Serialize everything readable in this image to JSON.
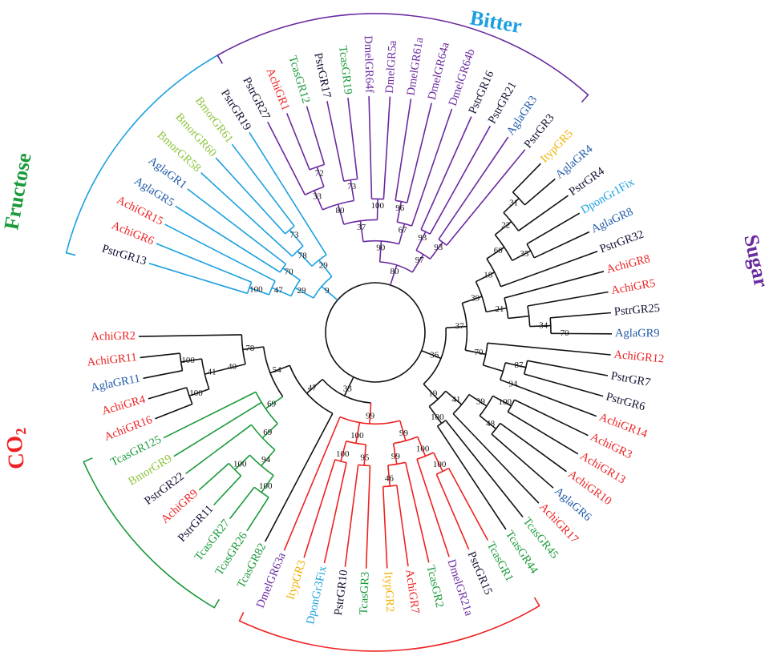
{
  "colors": {
    "Achi": "#ee2222",
    "Agla": "#1f5aa8",
    "Pstr": "#111133",
    "Tcas": "#1a9a3a",
    "Bmor": "#8cc43c",
    "Dmel": "#6a2aa0",
    "Ityp": "#f0b000",
    "Dpon": "#1aa0e0",
    "backbone": "#111111"
  },
  "groups": {
    "bitter": {
      "label": "Bitter",
      "color": "#1aa0e0"
    },
    "sugar": {
      "label": "Sugar",
      "color": "#6a2aa0"
    },
    "fructose": {
      "label": "Fructose",
      "color": "#1a9a3a"
    },
    "co2": {
      "label": "CO",
      "sub": "2",
      "color": "#ee2222"
    }
  },
  "tree": {
    "clade": "root",
    "children": [
      {
        "clade": "bitter",
        "boot": "9",
        "children": [
          {
            "clade": "bitter",
            "boot": "29",
            "children": [
              {
                "clade": "bitter",
                "boot": "47",
                "children": [
                  {
                    "clade": "bitter",
                    "boot": "100",
                    "children": [
                      {
                        "name": "PstrGR13"
                      },
                      {
                        "name": "AchiGR6"
                      }
                    ]
                  },
                  {
                    "name": "AchiGR15"
                  }
                ]
              },
              {
                "clade": "bitter",
                "boot": "70",
                "children": [
                  {
                    "name": "AglaGR5"
                  },
                  {
                    "name": "AglaGR1"
                  }
                ]
              }
            ]
          },
          {
            "clade": "bitter",
            "boot": "29",
            "children": [
              {
                "clade": "bitter",
                "boot": "78",
                "children": [
                  {
                    "name": "BmorGR58"
                  },
                  {
                    "clade": "bitter",
                    "boot": "73",
                    "children": [
                      {
                        "name": "BmorGR60"
                      },
                      {
                        "name": "BmorGR61"
                      }
                    ]
                  }
                ]
              },
              {
                "name": "PstrGR19"
              }
            ]
          }
        ]
      },
      {
        "clade": "sugar",
        "boot": "80",
        "children": [
          {
            "clade": "sugar",
            "boot": "90",
            "children": [
              {
                "clade": "sugar",
                "boot": "37",
                "children": [
                  {
                    "clade": "sugar",
                    "boot": "80",
                    "children": [
                      {
                        "clade": "sugar",
                        "boot": "33",
                        "children": [
                          {
                            "name": "PstrGR27"
                          },
                          {
                            "clade": "sugar",
                            "boot": "72",
                            "children": [
                              {
                                "name": "AchiGR1"
                              },
                              {
                                "name": "TcasGR12"
                              }
                            ]
                          }
                        ]
                      },
                      {
                        "clade": "sugar",
                        "boot": "73",
                        "children": [
                          {
                            "name": "PstrGR17"
                          },
                          {
                            "name": "TcasGR19"
                          }
                        ]
                      }
                    ]
                  },
                  {
                    "clade": "sugar",
                    "boot": "100",
                    "children": [
                      {
                        "name": "DmelGR64f"
                      },
                      {
                        "name": "DmelGR5a"
                      }
                    ]
                  }
                ]
              },
              {
                "clade": "sugar",
                "boot": "67",
                "children": [
                  {
                    "clade": "sugar",
                    "boot": "96",
                    "children": [
                      {
                        "name": "DmelGR61a"
                      },
                      {
                        "name": "DmelGR64a"
                      }
                    ]
                  },
                  {
                    "name": "DmelGR64b"
                  }
                ]
              }
            ]
          },
          {
            "clade": "sugar",
            "boot": "97",
            "children": [
              {
                "clade": "sugar",
                "boot": "93",
                "children": [
                  {
                    "name": "PstrGR16"
                  },
                  {
                    "name": "PstrGR21"
                  }
                ]
              },
              {
                "clade": "sugar",
                "boot": "93",
                "children": [
                  {
                    "name": "AglaGR3"
                  },
                  {
                    "name": "PstrGR3"
                  }
                ]
              }
            ]
          }
        ]
      },
      {
        "clade": "backbone",
        "boot": "36",
        "children": [
          {
            "clade": "backbone",
            "boot": "37",
            "children": [
              {
                "clade": "backbone",
                "boot": "39",
                "children": [
                  {
                    "clade": "backbone",
                    "boot": "18",
                    "children": [
                      {
                        "clade": "backbone",
                        "boot": "60",
                        "children": [
                          {
                            "clade": "backbone",
                            "boot": "22",
                            "children": [
                              {
                                "clade": "backbone",
                                "boot": "31",
                                "children": [
                                  {
                                    "name": "ItypGR5"
                                  },
                                  {
                                    "name": "AglaGR4"
                                  }
                                ]
                              },
                              {
                                "name": "PstrGR4"
                              }
                            ]
                          },
                          {
                            "clade": "backbone",
                            "boot": "35",
                            "children": [
                              {
                                "name": "DponGr1Fix"
                              },
                              {
                                "name": "AglaGR8"
                              }
                            ]
                          }
                        ]
                      },
                      {
                        "name": "PstrGR32"
                      }
                    ]
                  },
                  {
                    "clade": "backbone",
                    "boot": "21",
                    "children": [
                      {
                        "name": "AchiGR8"
                      },
                      {
                        "clade": "backbone",
                        "boot": "",
                        "children": [
                          {
                            "name": "AchiGR5"
                          },
                          {
                            "clade": "backbone",
                            "boot": "34",
                            "children": [
                              {
                                "name": "PstrGR25"
                              },
                              {
                                "clade": "backbone",
                                "boot": "70",
                                "children": [
                                  {
                                    "name": "AglaGR9"
                                  }
                                ]
                              }
                            ]
                          }
                        ]
                      }
                    ]
                  }
                ]
              },
              {
                "clade": "backbone",
                "boot": "70",
                "children": [
                  {
                    "name": "AchiGR12"
                  },
                  {
                    "clade": "backbone",
                    "boot": "",
                    "children": [
                      {
                        "clade": "backbone",
                        "boot": "87",
                        "children": [
                          {
                            "name": "PstrGR7"
                          },
                          {
                            "name": "PstrGR6"
                          }
                        ]
                      },
                      {
                        "clade": "backbone",
                        "boot": "94",
                        "children": [
                          {
                            "name": "AchiGR14"
                          }
                        ]
                      }
                    ]
                  }
                ]
              }
            ]
          },
          {
            "clade": "backbone",
            "boot": "19",
            "children": [
              {
                "clade": "backbone",
                "boot": "41",
                "children": [
                  {
                    "clade": "backbone",
                    "boot": "39",
                    "children": [
                      {
                        "clade": "backbone",
                        "boot": "100",
                        "children": [
                          {
                            "name": "AchiGR3"
                          },
                          {
                            "name": "AchiGR13"
                          }
                        ]
                      },
                      {
                        "clade": "backbone",
                        "boot": "48",
                        "children": [
                          {
                            "name": "AchiGR10"
                          },
                          {
                            "name": "AglaGR6"
                          }
                        ]
                      }
                    ]
                  },
                  {
                    "name": "AchiGR17"
                  }
                ]
              },
              {
                "clade": "backbone",
                "boot": "100",
                "children": [
                  {
                    "name": "TcasGR45"
                  },
                  {
                    "name": "TcasGR44"
                  }
                ]
              }
            ]
          }
        ]
      },
      {
        "clade": "backbone",
        "boot": "33",
        "children": [
          {
            "clade": "co2",
            "boot": "99",
            "children": [
              {
                "clade": "co2",
                "boot": "99",
                "children": [
                  {
                    "clade": "co2",
                    "boot": "100",
                    "children": [
                      {
                        "clade": "co2",
                        "boot": "100",
                        "children": [
                          {
                            "name": "TcasGR1"
                          },
                          {
                            "name": "PstrGR15"
                          }
                        ]
                      },
                      {
                        "name": "DmelGR21a"
                      }
                    ]
                  },
                  {
                    "clade": "co2",
                    "boot": "99",
                    "children": [
                      {
                        "name": "TcasGR2"
                      },
                      {
                        "clade": "co2",
                        "boot": "46",
                        "children": [
                          {
                            "name": "AchiGR7"
                          },
                          {
                            "name": "ItypGR2"
                          }
                        ]
                      }
                    ]
                  }
                ]
              },
              {
                "clade": "co2",
                "boot": "100",
                "children": [
                  {
                    "clade": "co2",
                    "boot": "95",
                    "children": [
                      {
                        "name": "TcasGR3"
                      },
                      {
                        "name": "PstrGR10"
                      }
                    ]
                  },
                  {
                    "clade": "co2",
                    "boot": "100",
                    "children": [
                      {
                        "name": "DponGr3Fix"
                      },
                      {
                        "name": "ItypGR3"
                      }
                    ]
                  }
                ]
              },
              {
                "name": "DmelGR63a"
              }
            ]
          },
          {
            "clade": "backbone",
            "boot": "47",
            "children": [
              {
                "name": "TcasGR82"
              },
              {
                "clade": "backbone",
                "boot": "54",
                "children": [
                  {
                    "clade": "fructose",
                    "boot": "69",
                    "children": [
                      {
                        "clade": "fructose",
                        "boot": "69",
                        "children": [
                          {
                            "clade": "fructose",
                            "boot": "94",
                            "children": [
                              {
                                "clade": "fructose",
                                "boot": "100",
                                "children": [
                                  {
                                    "name": "TcasGR26"
                                  },
                                  {
                                    "name": "TcasGR27"
                                  }
                                ]
                              },
                              {
                                "clade": "fructose",
                                "boot": "100",
                                "children": [
                                  {
                                    "name": "PstrGR11"
                                  },
                                  {
                                    "name": "AchiGR9"
                                  }
                                ]
                              }
                            ]
                          },
                          {
                            "name": "PstrGR22"
                          }
                        ]
                      },
                      {
                        "name": "BmorGR9"
                      },
                      {
                        "name": "TcasGR125"
                      }
                    ]
                  },
                  {
                    "clade": "backbone",
                    "boot": "78",
                    "children": [
                      {
                        "clade": "backbone",
                        "boot": "40",
                        "children": [
                          {
                            "clade": "backbone",
                            "boot": "41",
                            "children": [
                              {
                                "clade": "backbone",
                                "boot": "100",
                                "children": [
                                  {
                                    "name": "AchiGR16"
                                  },
                                  {
                                    "name": "AchiGR4"
                                  }
                                ]
                              },
                              {
                                "clade": "backbone",
                                "boot": "100",
                                "children": [
                                  {
                                    "name": "AglaGR11"
                                  },
                                  {
                                    "name": "AchiGR11"
                                  }
                                ]
                              }
                            ]
                          }
                        ]
                      },
                      {
                        "name": "AchiGR2"
                      }
                    ]
                  }
                ]
              }
            ]
          }
        ]
      }
    ]
  }
}
